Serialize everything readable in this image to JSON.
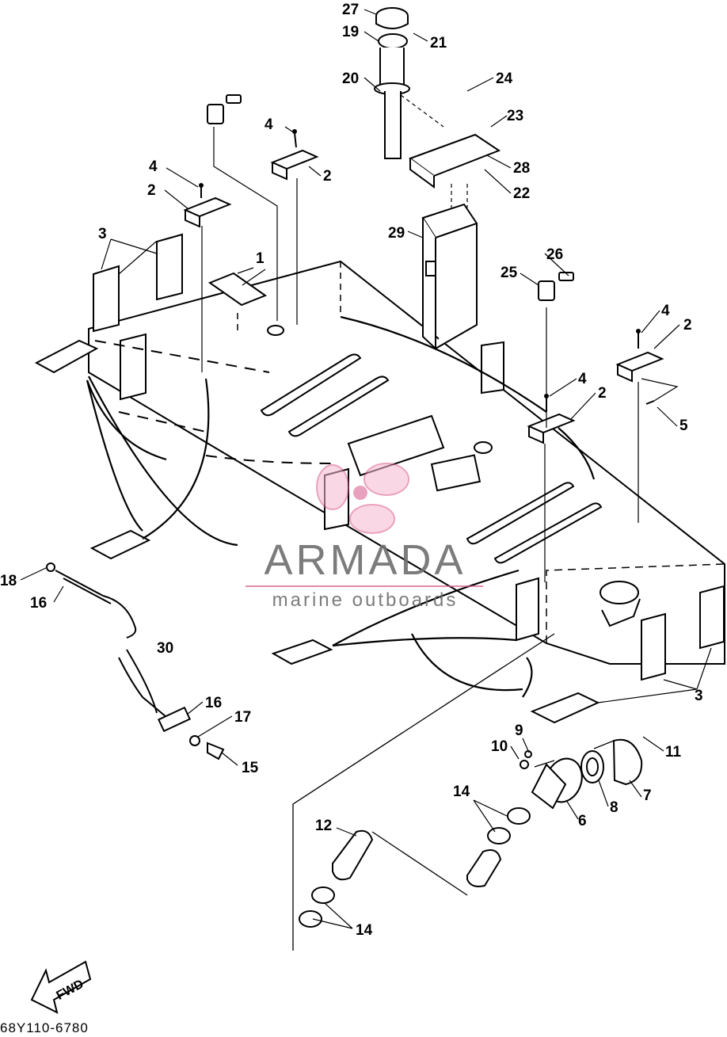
{
  "diagram": {
    "part_code": "68Y110-6780",
    "direction_label": "FWD",
    "watermark": {
      "brand": "ARMADA",
      "tagline": "marine outboards"
    },
    "callouts": {
      "c27": "27",
      "c19": "19",
      "c21": "21",
      "c20": "20",
      "c24": "24",
      "c23": "23",
      "c28": "28",
      "c22": "22",
      "c29": "29",
      "c26": "26",
      "c25": "25",
      "c1": "1",
      "c2a": "2",
      "c2b": "2",
      "c2c": "2",
      "c2d": "2",
      "c3a": "3",
      "c3b": "3",
      "c4a": "4",
      "c4b": "4",
      "c4c": "4",
      "c4d": "4",
      "c5": "5",
      "c6": "6",
      "c7": "7",
      "c8": "8",
      "c9": "9",
      "c10": "10",
      "c11": "11",
      "c12": "12",
      "c14a": "14",
      "c14b": "14",
      "c15": "15",
      "c16a": "16",
      "c16b": "16",
      "c17": "17",
      "c18": "18",
      "c30": "30"
    }
  }
}
